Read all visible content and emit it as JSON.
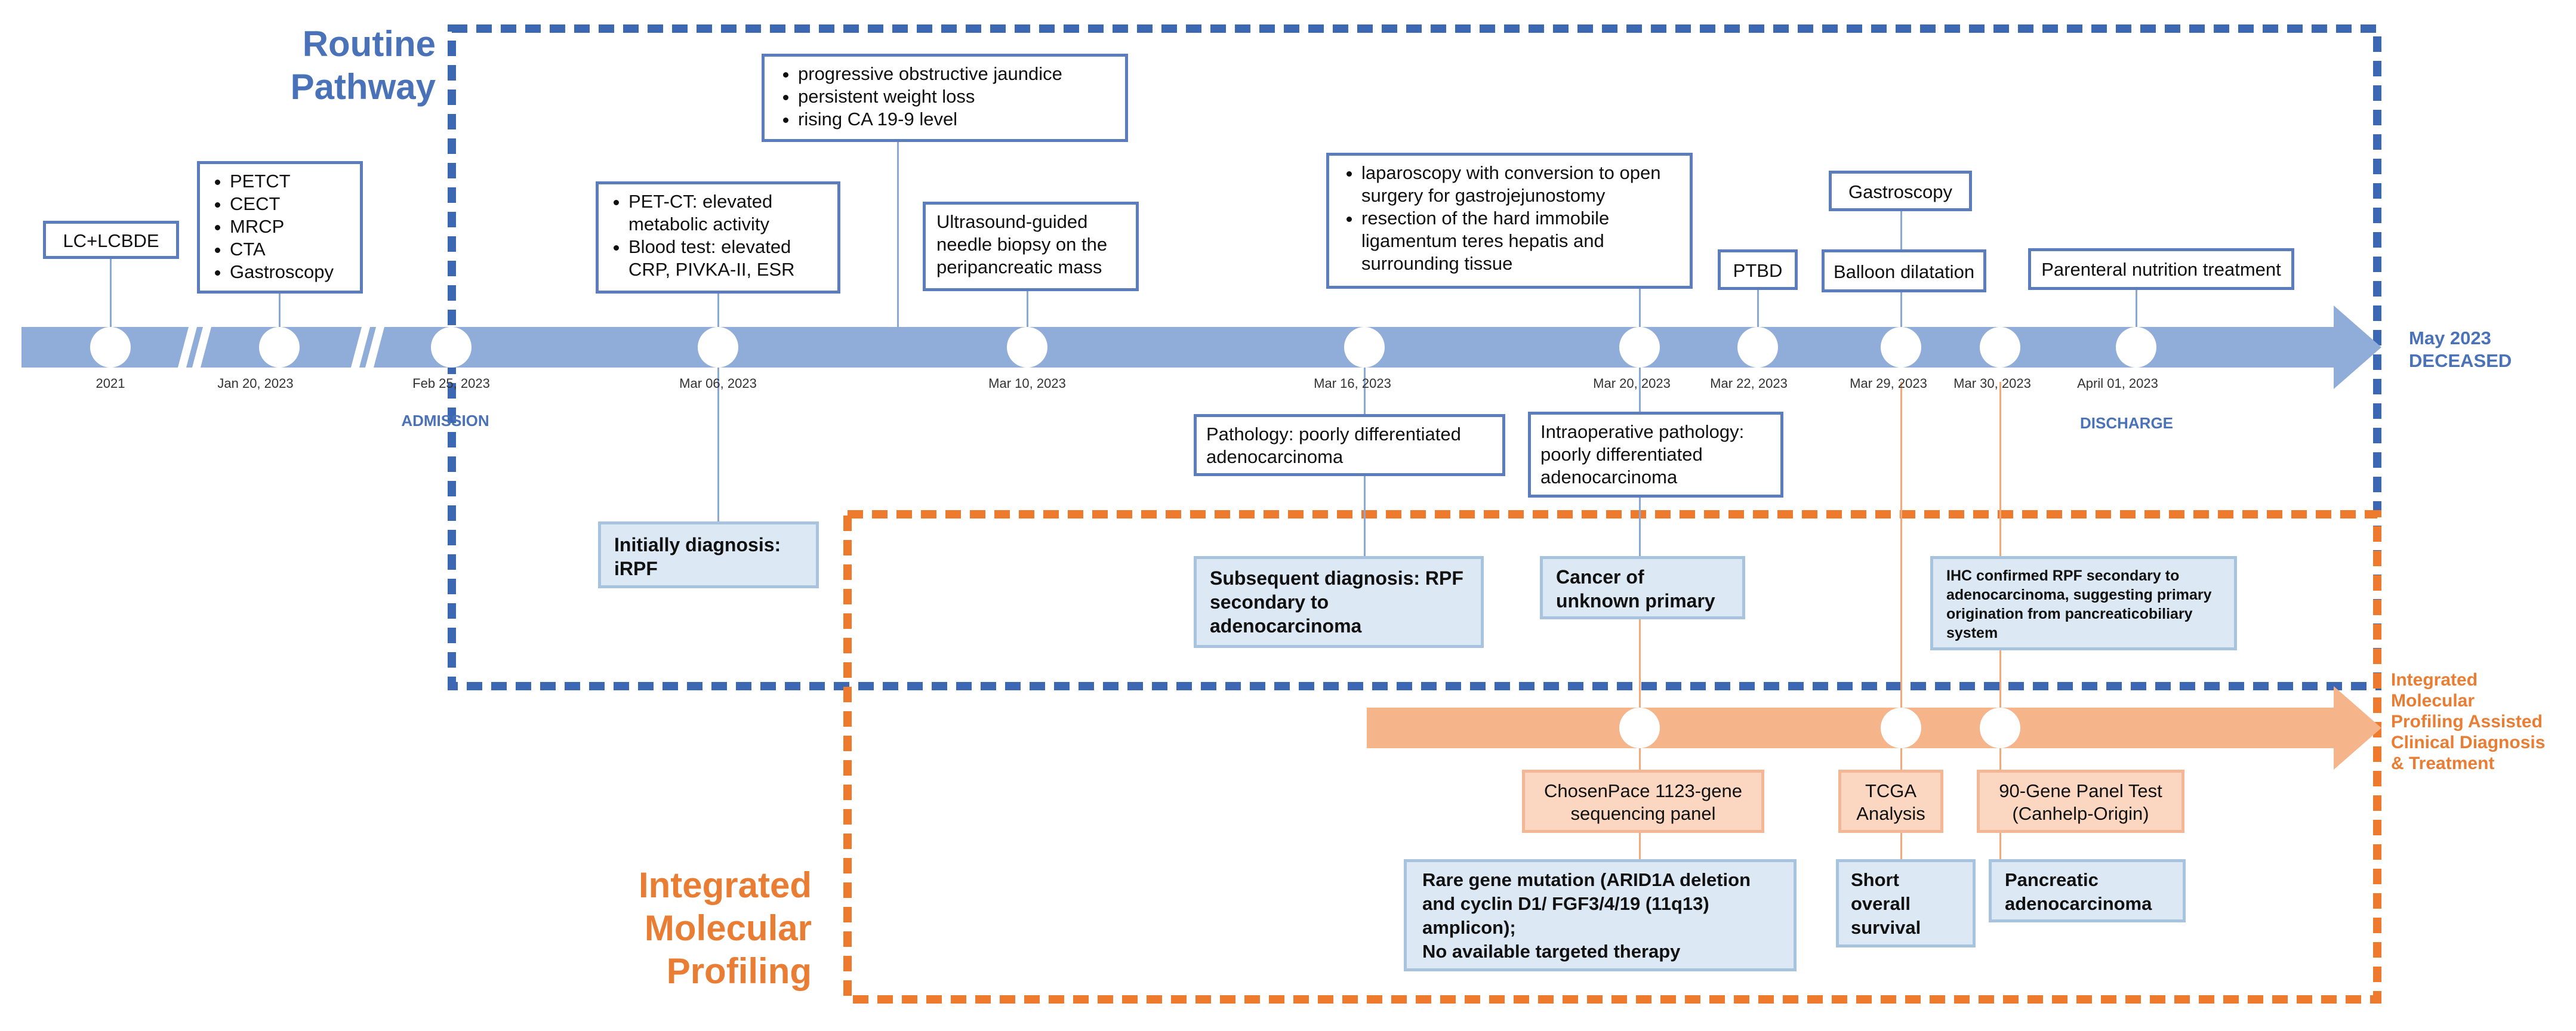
{
  "titles": {
    "routine": [
      "Routine",
      "Pathway"
    ],
    "integrated": [
      "Integrated",
      "Molecular",
      "Profiling"
    ],
    "orange_arrow_label": [
      "Integrated",
      "Molecular",
      "Profiling Assisted",
      "Clinical Diagnosis",
      "& Treatment"
    ],
    "end_label": [
      "May 2023",
      "DECEASED"
    ]
  },
  "timeline": {
    "dates": [
      "2021",
      "Jan 20, 2023",
      "Feb 25, 2023",
      "Mar 06,  2023",
      "Mar 10, 2023",
      "Mar 16, 2023",
      "Mar 20, 2023",
      "Mar 22, 2023",
      "Mar 29, 2023",
      "Mar 30, 2023",
      "April 01, 2023"
    ],
    "admission": "ADMISSION",
    "discharge": "DISCHARGE"
  },
  "events_top": {
    "lc": "LC+LCBDE",
    "jan_items": [
      "PETCT",
      "CECT",
      "MRCP",
      "CTA",
      "Gastroscopy"
    ],
    "mar06_items": [
      "PET-CT: elevated metabolic activity",
      "Blood test: elevated CRP, PIVKA-II, ESR"
    ],
    "symptoms": [
      "progressive obstructive jaundice",
      "persistent weight loss",
      "rising CA 19-9 level"
    ],
    "biopsy": "Ultrasound-guided needle biopsy on the peripancreatic mass",
    "surgery": [
      "laparoscopy with conversion to open surgery for gastrojejunostomy",
      "resection of the hard immobile ligamentum teres hepatis and surrounding tissue"
    ],
    "ptbd": "PTBD",
    "gastroscopy": "Gastroscopy",
    "balloon": "Balloon dilatation",
    "parenteral": "Parenteral nutrition treatment"
  },
  "events_bottom": {
    "pathology": "Pathology: poorly differentiated adenocarcinoma",
    "intraop": "Intraoperative pathology: poorly differentiated adenocarcinoma",
    "initial_dx": "Initially diagnosis: iRPF",
    "subsequent_dx": "Subsequent diagnosis: RPF secondary to adenocarcinoma",
    "cup": "Cancer of unknown primary",
    "ihc": "IHC confirmed RPF secondary to adenocarcinoma, suggesting primary origination from pancreaticobiliary system"
  },
  "molecular": {
    "chosenpace": "ChosenPace 1123-gene sequencing panel",
    "tcga": "TCGA Analysis",
    "gene90": "90-Gene Panel Test (Canhelp-Origin)",
    "rare": [
      "Rare gene mutation (ARID1A deletion and cyclin D1/ FGF3/4/19 (11q13) amplicon);",
      "No available targeted therapy"
    ],
    "survival": "Short overall survival",
    "pancreatic": "Pancreatic adenocarcinoma"
  },
  "colors": {
    "blue_title": "#4a72b8",
    "orange_title": "#ea7d34",
    "timeline_blue": "#90acd8",
    "timeline_orange": "#f5b48a",
    "dash_blue": "#3c68b3",
    "dash_orange": "#ee7a2e"
  }
}
